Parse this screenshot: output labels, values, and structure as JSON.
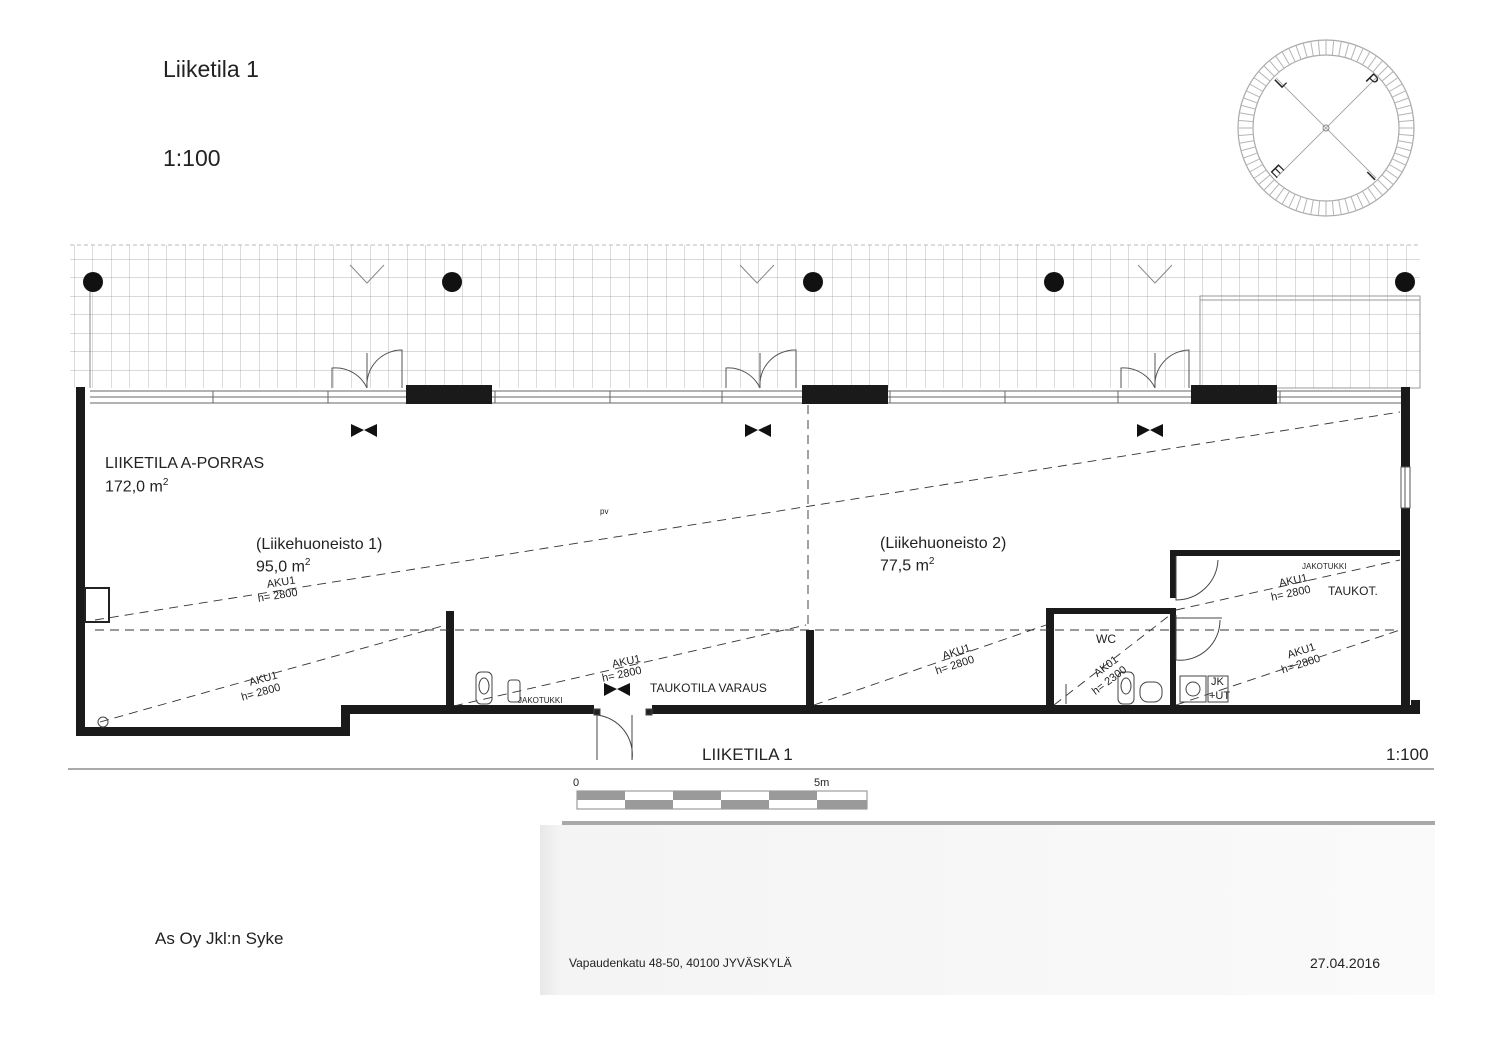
{
  "header": {
    "title": "Liiketila 1",
    "scale": "1:100"
  },
  "compass": {
    "letters": [
      "L",
      "P",
      "E",
      "I"
    ]
  },
  "plan": {
    "space_label": "LIIKETILA  A-PORRAS",
    "space_area": "172,0 m",
    "unit1_label": "(Liikehuoneisto 1)",
    "unit1_area": "95,0 m",
    "unit2_label": "(Liikehuoneisto 2)",
    "unit2_area": "77,5 m",
    "area_sup": "2",
    "aku1": "AKU1",
    "h2800": "h= 2800",
    "aku01": "AK01",
    "h2300": "h= 2300",
    "wc": "WC",
    "taukot": "TAUKOT.",
    "taukotila_varaus": "TAUKOTILA VARAUS",
    "jakotukki": "JAKOTUKKI",
    "jk": "JK",
    "ut": "+UT",
    "pv": "pv",
    "footer_label": "LIIKETILA 1",
    "footer_scale": "1:100"
  },
  "scalebar": {
    "start": "0",
    "end": "5m"
  },
  "titleblock": {
    "client": "As Oy Jkl:n Syke",
    "address": "Vapaudenkatu 48-50, 40100 JYVÄSKYLÄ",
    "date": "27.04.2016"
  }
}
